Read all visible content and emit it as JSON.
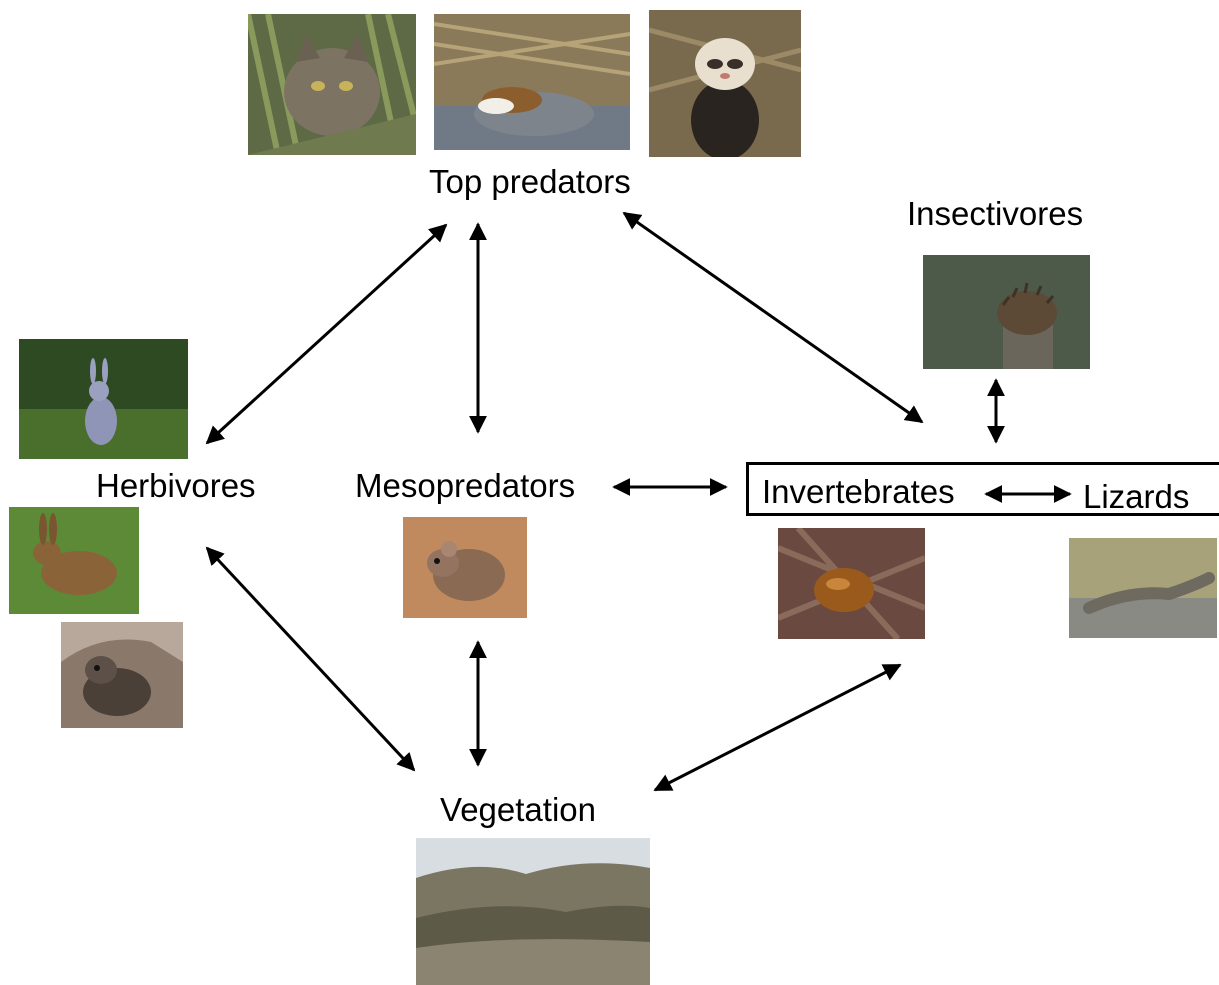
{
  "labels": {
    "top_predators": "Top predators",
    "insectivores": "Insectivores",
    "herbivores": "Herbivores",
    "mesopredators": "Mesopredators",
    "invertebrates": "Invertebrates",
    "lizards": "Lizards",
    "vegetation": "Vegetation"
  },
  "photos": {
    "cat": "cat-photo",
    "stoat": "stoat-photo",
    "ferret": "ferret-photo",
    "hedgehog": "hedgehog-photo",
    "rabbit": "rabbit-photo",
    "hare": "hare-photo",
    "possum": "possum-photo",
    "mouse": "mouse-photo",
    "beetle": "beetle-photo",
    "lizard": "lizard-photo",
    "landscape": "landscape-photo"
  },
  "colors": {
    "text": "#000000",
    "arrow": "#000000",
    "background": "#ffffff"
  }
}
